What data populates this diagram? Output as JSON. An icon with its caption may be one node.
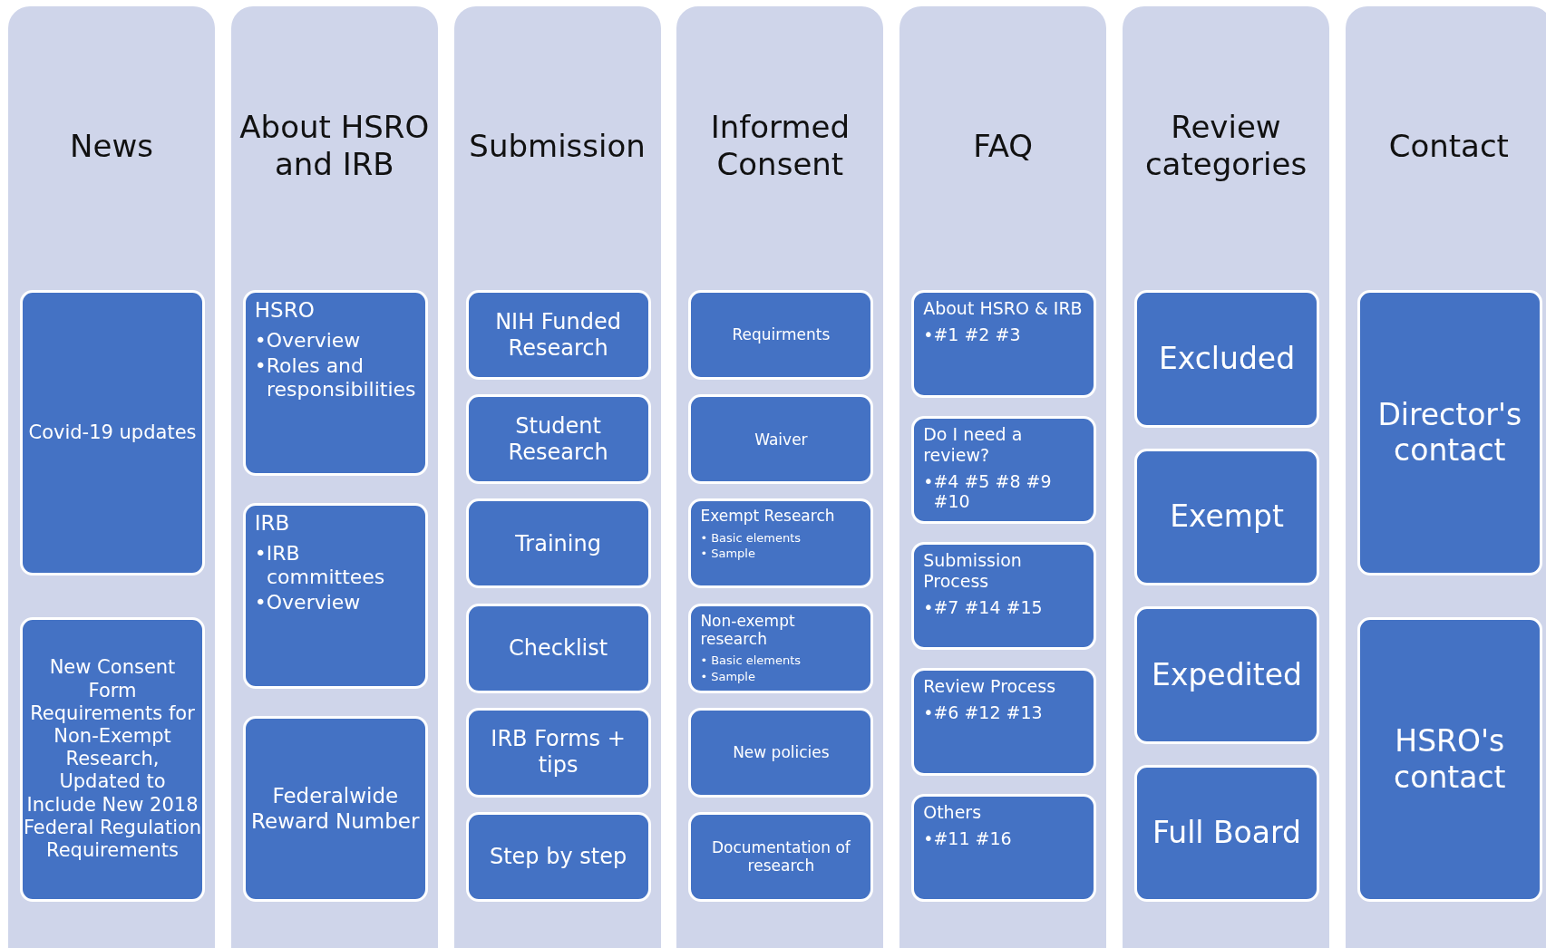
{
  "diagram": {
    "nodes": [
      {
        "text": [
          "News"
        ]
      },
      {
        "text": [
          "Covid-19 updates"
        ],
        "in": 0
      },
      {
        "text": [
          "New Consent Form Requirements for Non-Exempt Research, Updated to Include New 2018 Federal Regulation Requirements"
        ],
        "in": 0
      },
      {
        "text": [
          "About HSRO and IRB"
        ]
      },
      {
        "text": [
          "HSRO",
          "•Overview",
          "•Roles and responsibilities"
        ],
        "in": 3
      },
      {
        "text": [
          "IRB",
          "•IRB committees",
          "•Overview"
        ],
        "in": 3
      },
      {
        "text": [
          "Federalwide Reward Number"
        ],
        "in": 3
      },
      {
        "text": [
          "Submission"
        ]
      },
      {
        "text": [
          "NIH Funded Research"
        ],
        "in": 7
      },
      {
        "text": [
          "Student Research"
        ],
        "in": 7
      },
      {
        "text": [
          "Training"
        ],
        "in": 7
      },
      {
        "text": [
          "Checklist"
        ],
        "in": 7
      },
      {
        "text": [
          "IRB Forms + tips"
        ],
        "in": 7
      },
      {
        "text": [
          "Step by step"
        ],
        "in": 7
      },
      {
        "text": [
          "Informed Consent"
        ]
      },
      {
        "text": [
          "Requirments"
        ],
        "in": 14
      },
      {
        "text": [
          "Waiver"
        ],
        "in": 14
      },
      {
        "text": [
          "Exempt Research",
          "• Basic elements",
          "• Sample"
        ],
        "in": 14
      },
      {
        "text": [
          "Non-exempt research",
          "• Basic elements",
          "• Sample"
        ],
        "in": 14
      },
      {
        "text": [
          "New policies"
        ],
        "in": 14
      },
      {
        "text": [
          "Documentation of research"
        ],
        "in": 14
      },
      {
        "text": [
          "FAQ"
        ]
      },
      {
        "text": [
          "About HSRO & IRB",
          "•#1 #2 #3"
        ],
        "in": 21
      },
      {
        "text": [
          "Do I need a review?",
          "•#4 #5 #8 #9 #10"
        ],
        "in": 21
      },
      {
        "text": [
          "Submission Process",
          "•#7 #14 #15"
        ],
        "in": 21
      },
      {
        "text": [
          "Review Process",
          "•#6 #12 #13"
        ],
        "in": 21
      },
      {
        "text": [
          "Others",
          "•#11 #16"
        ],
        "in": 21
      },
      {
        "text": [
          "Review categories"
        ]
      },
      {
        "text": [
          "Excluded"
        ],
        "in": 27
      },
      {
        "text": [
          "Exempt"
        ],
        "in": 27
      },
      {
        "text": [
          "Expedited"
        ],
        "in": 27
      },
      {
        "text": [
          "Full Board"
        ],
        "in": 27
      },
      {
        "text": [
          "Contact"
        ]
      },
      {
        "text": [
          "Director's contact"
        ],
        "in": 32
      },
      {
        "text": [
          "HSRO's contact"
        ],
        "in": 32
      }
    ]
  }
}
